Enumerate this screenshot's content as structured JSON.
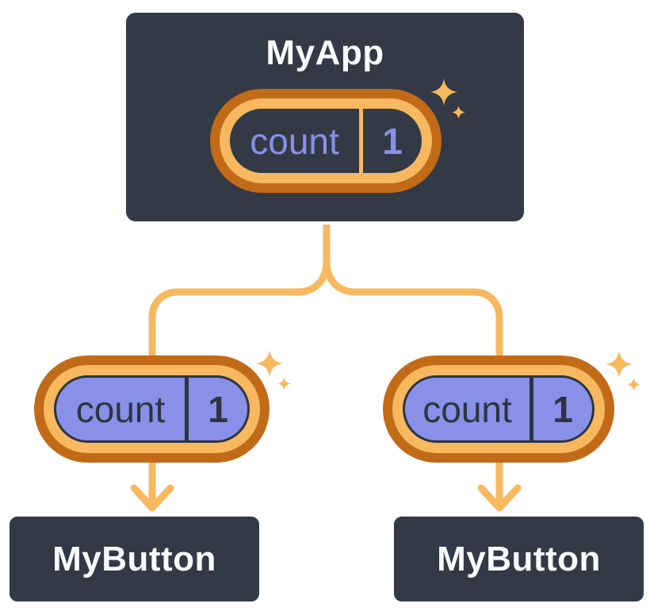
{
  "colors": {
    "page_bg": "#FFFFFF",
    "card_bg": "#333A46",
    "card_border": "#FFFFFF",
    "card_text": "#F9FAFB",
    "purple": "#8890E8",
    "dark": "#2E3440",
    "orange_light": "#F7B85F",
    "orange_dark": "#C16A17"
  },
  "root_card": {
    "title": "MyApp",
    "state": {
      "label": "count",
      "value": "1"
    }
  },
  "child_props": [
    {
      "label": "count",
      "value": "1"
    },
    {
      "label": "count",
      "value": "1"
    }
  ],
  "child_cards": [
    {
      "title": "MyButton"
    },
    {
      "title": "MyButton"
    }
  ],
  "icons": {
    "sparkle": "✦"
  }
}
